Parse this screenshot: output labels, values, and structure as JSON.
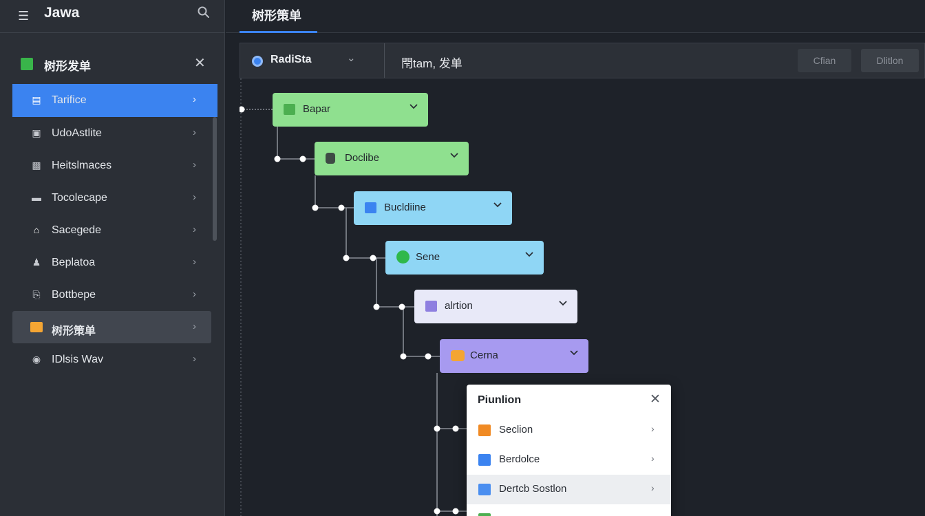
{
  "app": {
    "title": "Jawa"
  },
  "sidebar": {
    "header_label": "树形发单",
    "items": [
      {
        "label": "Tarifice",
        "icon": "list-icon",
        "state": "active"
      },
      {
        "label": "UdoAstlite",
        "icon": "image-icon"
      },
      {
        "label": "Heitslmaces",
        "icon": "building-icon"
      },
      {
        "label": "Tocolecape",
        "icon": "monitor-icon"
      },
      {
        "label": "Sacegede",
        "icon": "home-icon"
      },
      {
        "label": "Beplatoa",
        "icon": "person-icon"
      },
      {
        "label": "Bottbepe",
        "icon": "printer-icon"
      },
      {
        "label": "树形策单",
        "icon": "folder-icon",
        "state": "selected"
      },
      {
        "label": "IDlsis Wav",
        "icon": "camera-icon"
      }
    ]
  },
  "tabs": [
    {
      "label": "树形策单",
      "active": true
    }
  ],
  "toolbar": {
    "select_label": "RadiSta",
    "breadcrumb": "閇tam, 发单",
    "button1": "Cfian",
    "button2": "Dlitlon"
  },
  "tree": {
    "nodes": [
      {
        "label": "Bapar",
        "color": "#8fe08f",
        "icon_color": "#4caf50",
        "icon": "window-icon"
      },
      {
        "label": "Doclibe",
        "color": "#8fe08f",
        "icon_color": "#3e4a45",
        "icon": "robot-icon"
      },
      {
        "label": "Bucldiine",
        "color": "#8fd6f5",
        "icon_color": "#3b83f0",
        "icon": "panel-icon"
      },
      {
        "label": "Sene",
        "color": "#8fd6f5",
        "icon_color": "#2fb84a",
        "icon": "globe-icon"
      },
      {
        "label": "alrtion",
        "color": "#e8e9f8",
        "icon_color": "#8e7fe0",
        "icon": "document-icon"
      },
      {
        "label": "Cerna",
        "color": "#a79af0",
        "icon_color": "#f4a533",
        "icon": "briefcase-icon"
      }
    ]
  },
  "popup": {
    "title": "Piunlion",
    "items": [
      {
        "label": "Seclion",
        "icon_color": "#f08a24",
        "icon": "tag-icon"
      },
      {
        "label": "Berdolce",
        "icon_color": "#3b83f0",
        "icon": "window-icon"
      },
      {
        "label": "Dertcb Sostlon",
        "icon_color": "#4a8ef0",
        "icon": "book-icon",
        "highlighted": true
      },
      {
        "label": "",
        "icon_color": "#4caf50",
        "icon": "file-icon"
      }
    ]
  }
}
